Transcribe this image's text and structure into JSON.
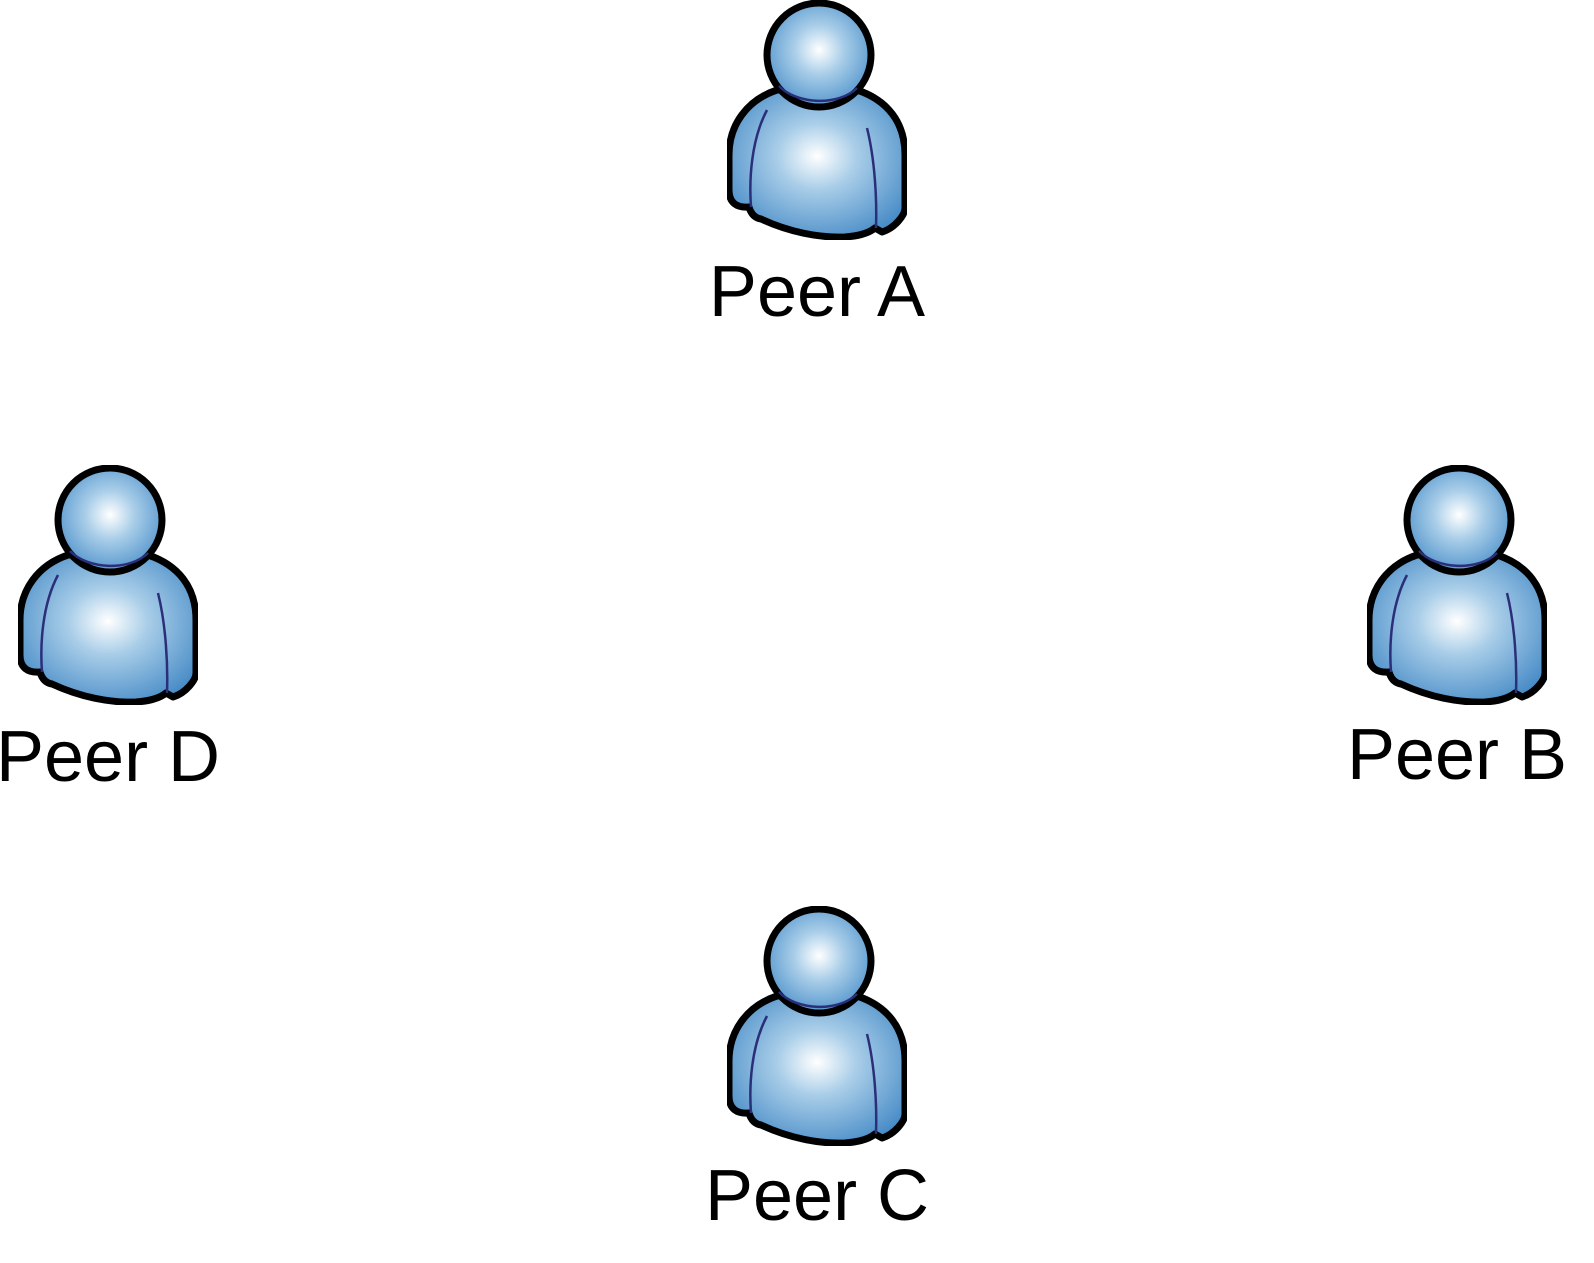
{
  "diagram": {
    "peers": [
      {
        "id": "a",
        "label": "Peer A",
        "icon": "user-icon"
      },
      {
        "id": "b",
        "label": "Peer B",
        "icon": "user-icon"
      },
      {
        "id": "c",
        "label": "Peer C",
        "icon": "user-icon"
      },
      {
        "id": "d",
        "label": "Peer D",
        "icon": "user-icon"
      }
    ],
    "colors": {
      "icon_fill_light": "#ffffff",
      "icon_fill_mid": "#a8cde8",
      "icon_fill_dark": "#3f86c4",
      "icon_outline": "#000000",
      "icon_seam": "#2b2f7a",
      "label_text": "#000000",
      "background": "#ffffff"
    }
  }
}
